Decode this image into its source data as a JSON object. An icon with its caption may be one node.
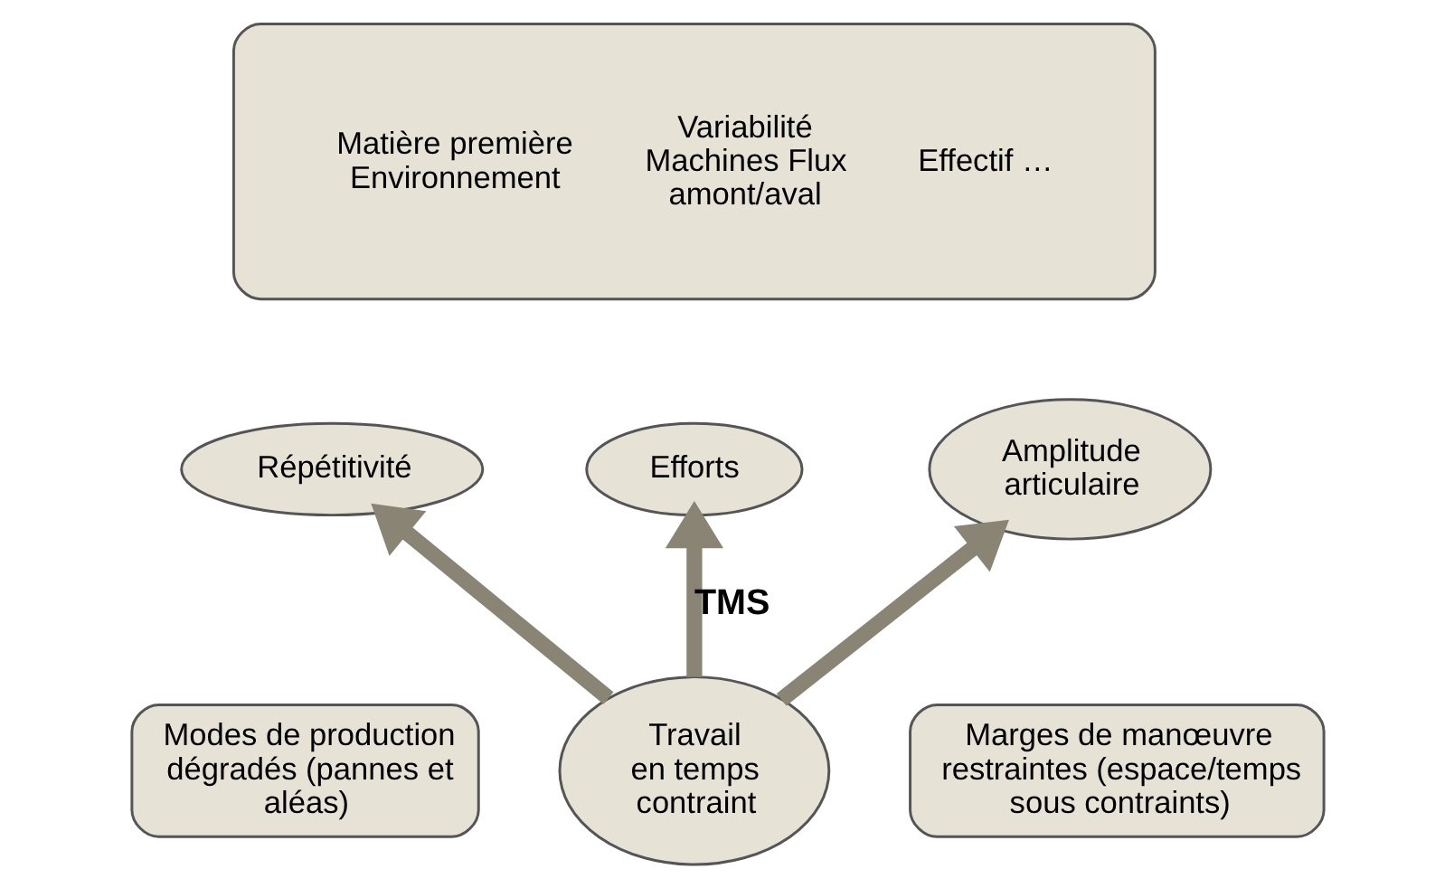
{
  "diagram": {
    "nodes": [
      {
        "text": [
          "Matière première Environnement",
          "Variabilité Machines Flux amont/aval",
          "Effectif …"
        ]
      },
      {
        "text": [
          "Répétitivité"
        ]
      },
      {
        "text": [
          "Efforts"
        ]
      },
      {
        "text": [
          "Amplitude articulaire"
        ]
      },
      {
        "text": [
          "Modes de production dégradés (pannes et aléas)"
        ]
      },
      {
        "text": [
          "Travail en temps contraint"
        ]
      },
      {
        "text": [
          "Marges de manœuvre restraintes (espace/temps sous contraints)"
        ]
      }
    ],
    "edges": [
      {
        "from": 5,
        "to": 1,
        "arrow": "to"
      },
      {
        "from": 5,
        "to": 2,
        "arrow": "to",
        "label": "TMS"
      },
      {
        "from": 5,
        "to": 3,
        "arrow": "to"
      }
    ]
  }
}
